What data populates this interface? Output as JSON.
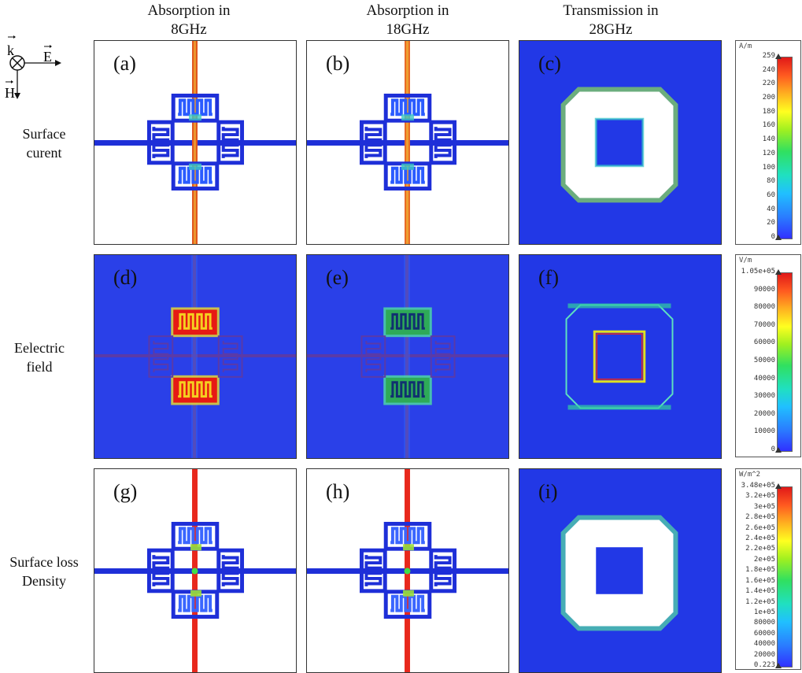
{
  "columns": [
    {
      "line1": "Absorption in",
      "line2": "8GHz"
    },
    {
      "line1": "Absorption in",
      "line2": "18GHz"
    },
    {
      "line1": "Transmission in",
      "line2": "28GHz"
    }
  ],
  "rows": [
    {
      "line1": "Surface",
      "line2": "curent"
    },
    {
      "line1": "Eelectric",
      "line2": "field"
    },
    {
      "line1": "Surface loss",
      "line2": "Density"
    }
  ],
  "axes": {
    "k": "k",
    "E": "E",
    "H": "H"
  },
  "panels": [
    "(a)",
    "(b)",
    "(c)",
    "(d)",
    "(e)",
    "(f)",
    "(g)",
    "(h)",
    "(i)"
  ],
  "colorbars": [
    {
      "unit": "A/m",
      "ticks": [
        "259",
        "240",
        "220",
        "200",
        "180",
        "160",
        "140",
        "120",
        "100",
        "80",
        "60",
        "40",
        "20",
        "0"
      ]
    },
    {
      "unit": "V/m",
      "ticks": [
        "1.05e+05",
        "90000",
        "80000",
        "70000",
        "60000",
        "50000",
        "40000",
        "30000",
        "20000",
        "10000",
        "0"
      ]
    },
    {
      "unit": "W/m^2",
      "ticks": [
        "3.48e+05",
        "3.2e+05",
        "3e+05",
        "2.8e+05",
        "2.6e+05",
        "2.4e+05",
        "2.2e+05",
        "2e+05",
        "1.8e+05",
        "1.6e+05",
        "1.4e+05",
        "1.2e+05",
        "1e+05",
        "80000",
        "60000",
        "40000",
        "20000",
        "0.223"
      ]
    }
  ],
  "colors": {
    "field_blue": "#2a3ee8",
    "hot": "#e8281c",
    "white": "#ffffff"
  }
}
